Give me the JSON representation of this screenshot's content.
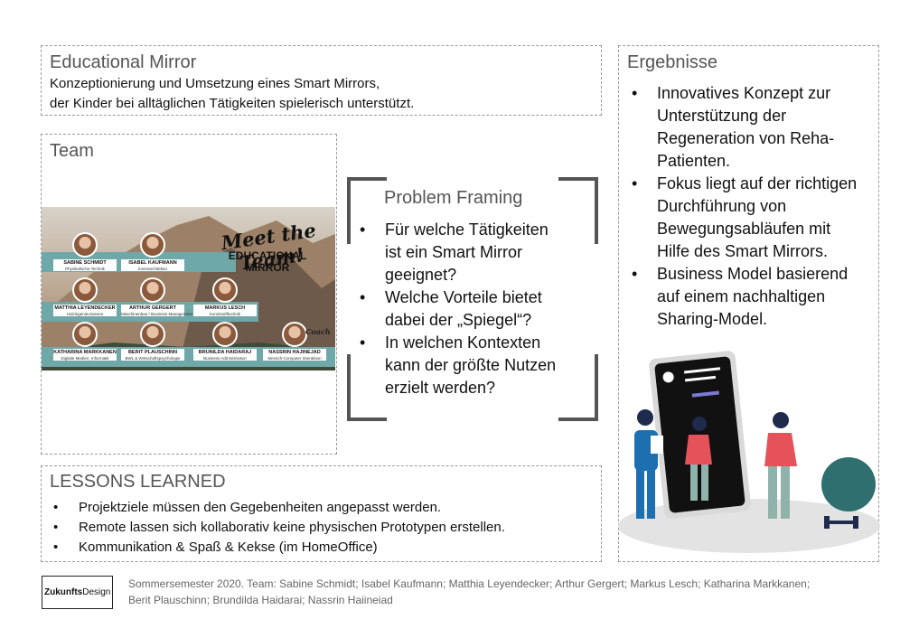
{
  "header": {
    "title": "Educational Mirror",
    "desc_line1": "Konzeptionierung und Umsetzung eines Smart Mirrors,",
    "desc_line2": "der Kinder bei alltäglichen Tätigkeiten spielerisch unterstützt."
  },
  "team": {
    "title": "Team",
    "collage": {
      "headline": "Meet the Team!",
      "subtitle_1": "EDUCATIONAL",
      "subtitle_2": "MIRROR",
      "coach_tag": "Coach",
      "members": [
        {
          "name": "SABINE SCHMIDT",
          "role": "Physikalische Technik"
        },
        {
          "name": "ISABEL KAUFMANN",
          "role": "Innenarchitektur"
        },
        {
          "name": "MATTHIA LEYENDECKER",
          "role": "Holzingenieurwesen"
        },
        {
          "name": "ARTHUR GERGERT",
          "role": "Maschinenbau / Business Management"
        },
        {
          "name": "MARKUS LESCH",
          "role": "Kunststofftechnik"
        },
        {
          "name": "KATHARINA MARKKANEN",
          "role": "Digitale Medien, Informatik"
        },
        {
          "name": "BERIT PLAUSCHINN",
          "role": "BWL & Wirtschaftspsychologie"
        },
        {
          "name": "BRUNILDA HAIDARAJ",
          "role": "Business Administration"
        },
        {
          "name": "NASSRIN HAJINEJAD",
          "role": "Mensch-Computer Interaktion"
        }
      ]
    }
  },
  "problem_framing": {
    "title": "Problem Framing",
    "items": [
      [
        "Für welche Tätigkeiten",
        "ist ein Smart Mirror",
        "geeignet?"
      ],
      [
        "Welche Vorteile bietet",
        "dabei der „Spiegel“?"
      ],
      [
        "In welchen Kontexten",
        "kann der größte Nutzen",
        "erzielt werden?"
      ]
    ]
  },
  "ergebnisse": {
    "title": "Ergebnisse",
    "items": [
      [
        "Innovatives Konzept zur",
        "Unterstützung der",
        "Regeneration von Reha-",
        "Patienten."
      ],
      [
        "Fokus liegt auf der richtigen",
        "Durchführung von",
        "Bewegungsabläufen mit",
        "Hilfe des Smart Mirrors."
      ],
      [
        "Business Model basierend",
        "auf einem nachhaltigen",
        "Sharing-Model."
      ]
    ]
  },
  "lessons": {
    "title": "LESSONS LEARNED",
    "items": [
      "Projektziele müssen den Gegebenheiten angepasst werden.",
      "Remote lassen sich kollaborativ keine physischen Prototypen erstellen.",
      "Kommunikation & Spaß & Kekse (im HomeOffice)"
    ]
  },
  "footer": {
    "logo_bold": "Zukunfts",
    "logo_regular": "Design",
    "credits_line1": "Sommersemester 2020.  Team: Sabine Schmidt; Isabel Kaufmann; Matthia Leyendecker; Arthur Gergert; Markus Lesch; Katharina Markkanen;",
    "credits_line2": "Berit Plauschinn; Brundilda Haidarai; Nassrin Haiineiad"
  },
  "colors": {
    "teal": "#2f6f6f",
    "coral": "#e5525a",
    "screen": "#111111"
  }
}
